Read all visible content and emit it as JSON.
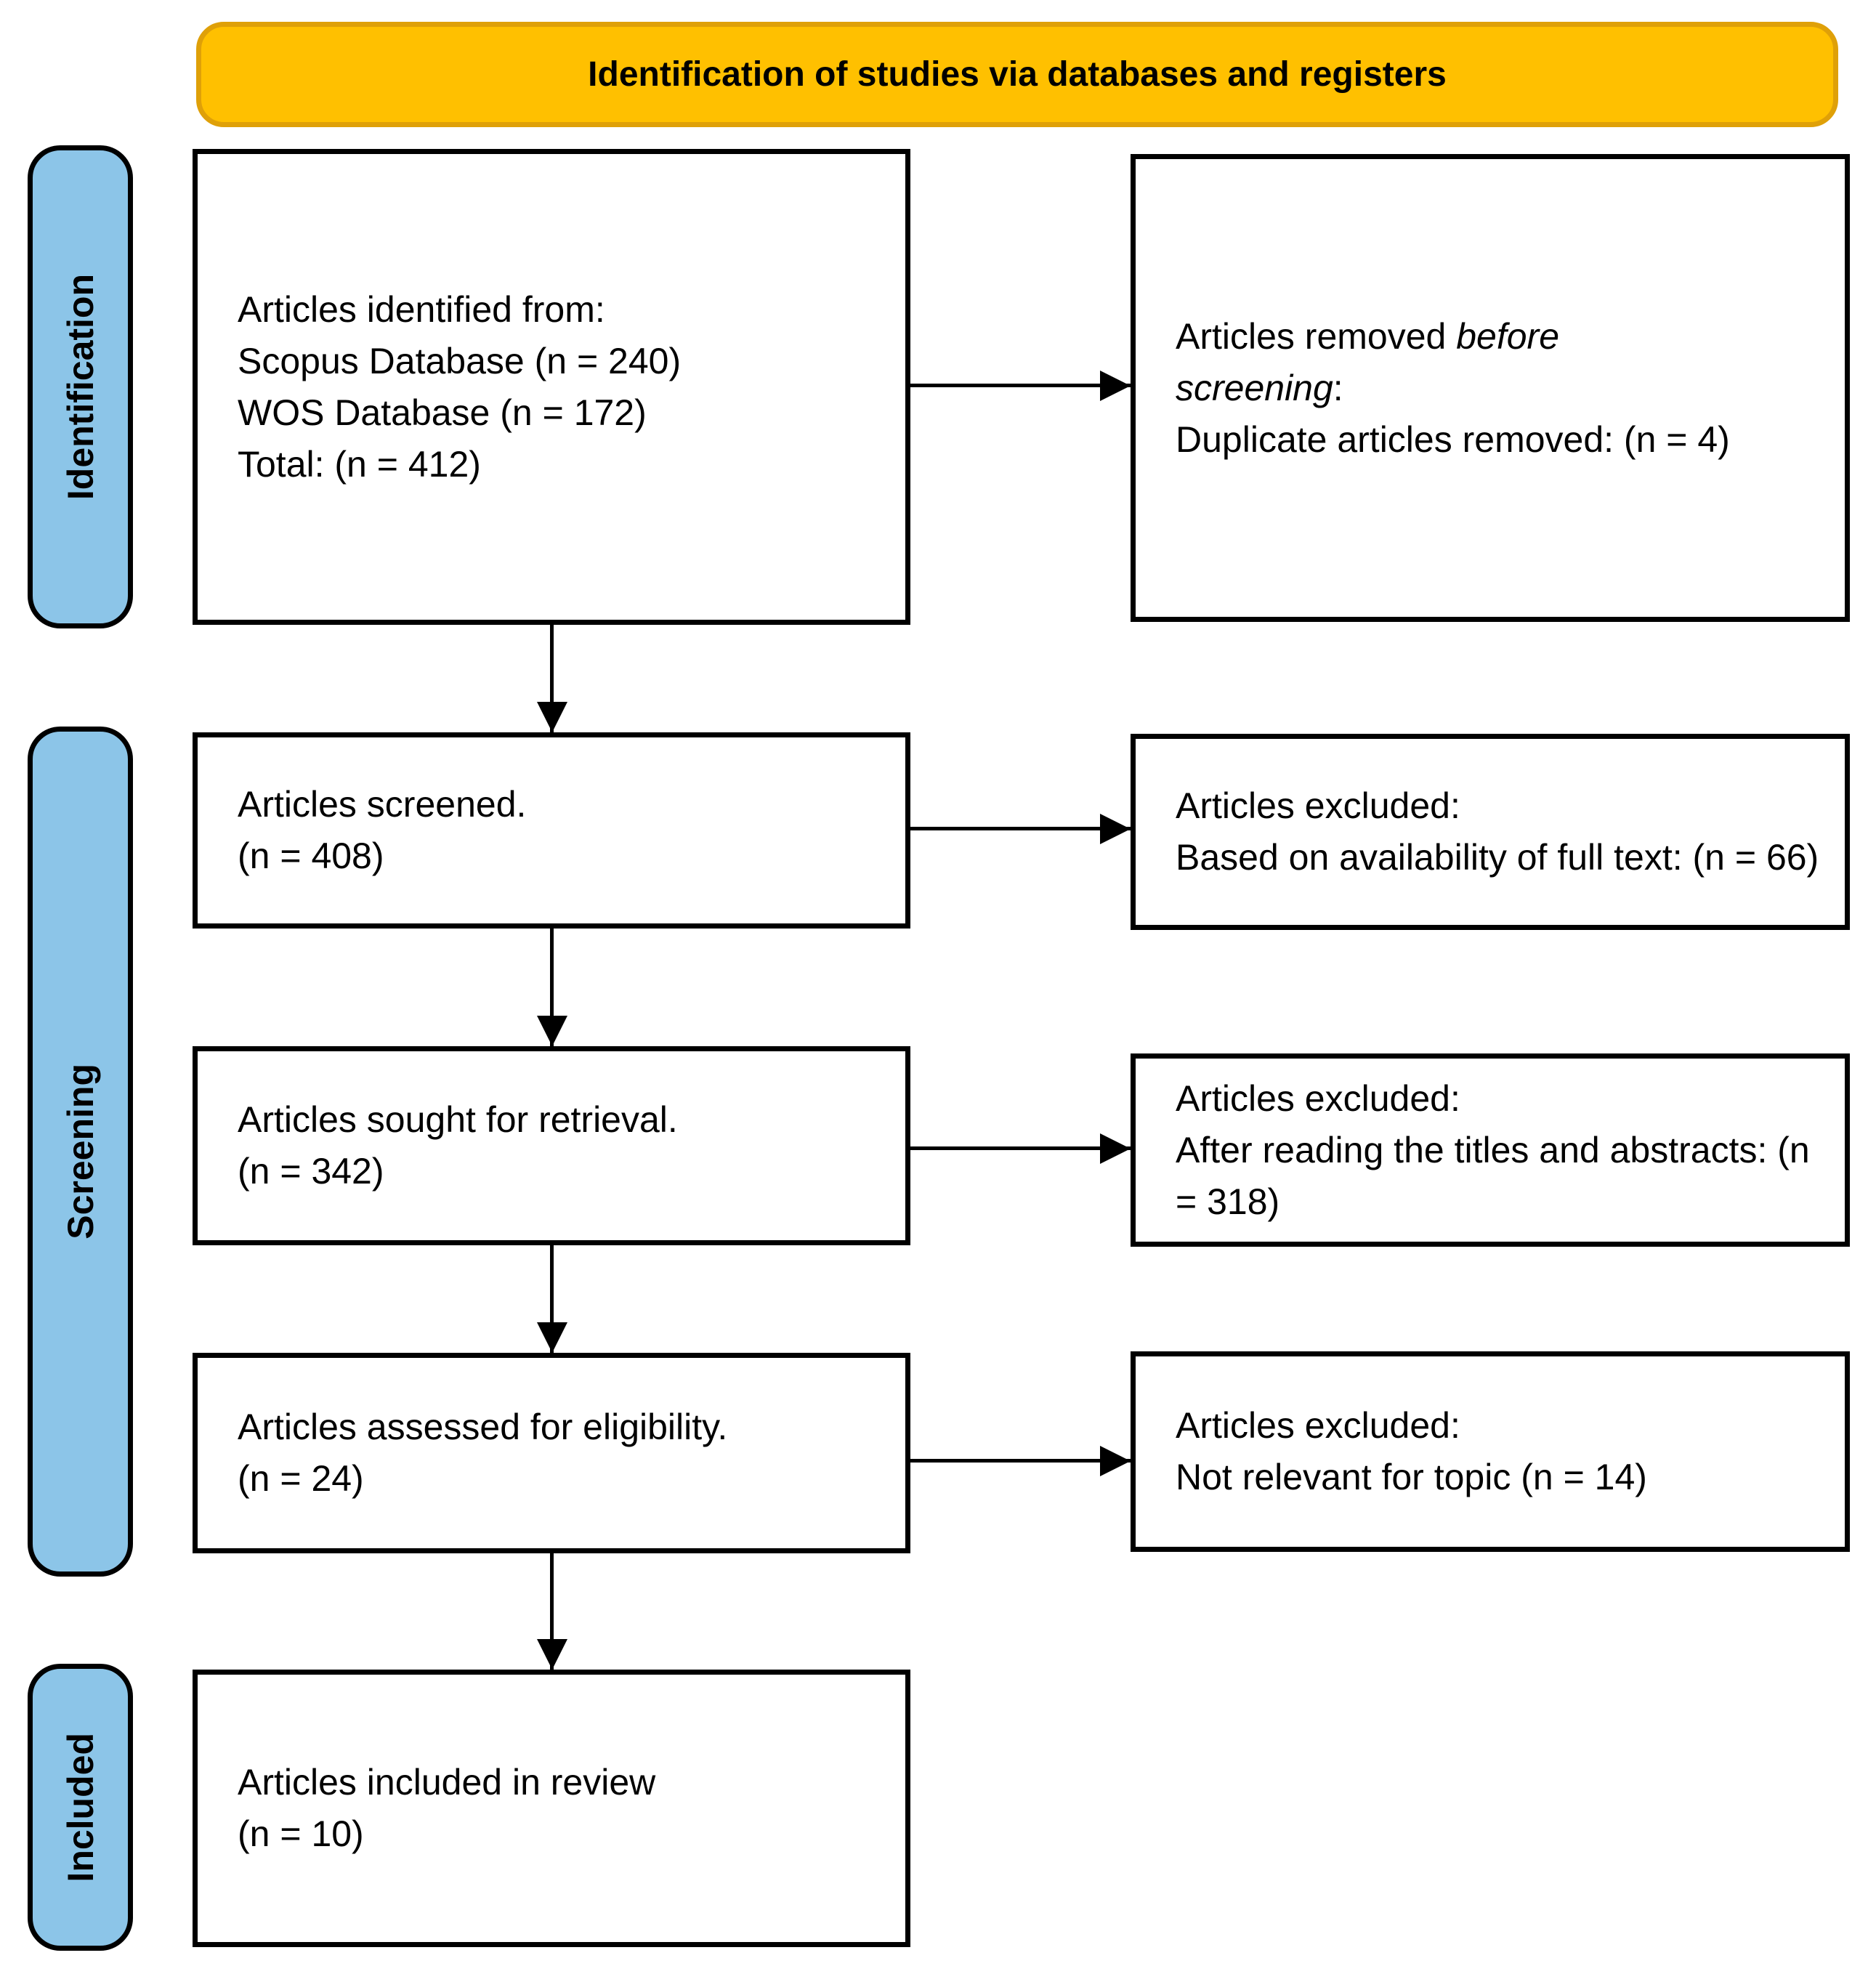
{
  "banner": {
    "title": "Identification of studies via databases and registers"
  },
  "stages": {
    "identification": "Identification",
    "screening": "Screening",
    "included": "Included"
  },
  "boxes": {
    "identified": {
      "intro": "Articles identified from:",
      "items": [
        "Scopus Database (n = 240)",
        "WOS Database (n = 172)"
      ],
      "total": "Total: (n = 412)"
    },
    "screened": {
      "title": "Articles screened.",
      "count": "(n = 408)"
    },
    "sought": {
      "title": "Articles sought for retrieval.",
      "count": "(n = 342)"
    },
    "assessed": {
      "title": "Articles assessed for eligibility.",
      "count": "(n = 24)"
    },
    "included_review": {
      "title": "Articles included in review",
      "count": "(n = 10)"
    }
  },
  "exclusions": {
    "removed_before_screening": {
      "intro_prefix": "Articles removed ",
      "intro_emphasis": "before screening",
      "intro_suffix": ":",
      "detail": "Duplicate articles removed: (n = 4)"
    },
    "full_text": {
      "intro": "Articles excluded:",
      "detail": "Based on availability of full text: (n = 66)"
    },
    "titles_abstracts": {
      "intro": "Articles excluded:",
      "detail": "After reading the titles and abstracts: (n = 318)"
    },
    "not_relevant": {
      "intro": "Articles excluded:",
      "detail": "Not relevant for topic (n = 14)"
    }
  },
  "colors": {
    "banner_fill": "#FFC000",
    "banner_border": "#DFA008",
    "stage_fill": "#8CC5E8",
    "box_border": "#000000",
    "text": "#000000"
  }
}
